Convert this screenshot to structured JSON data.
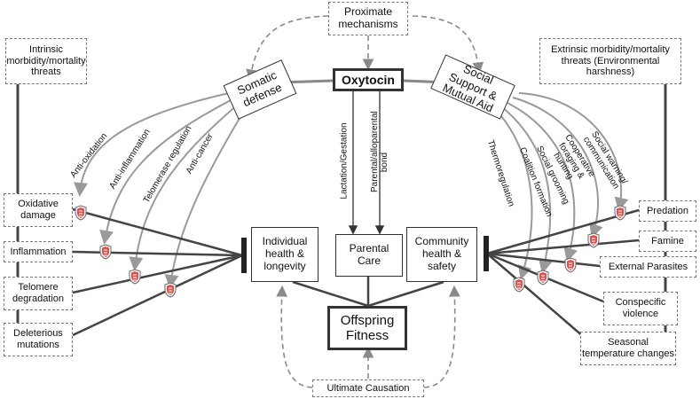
{
  "top": {
    "proximate": "Proximate mechanisms",
    "oxytocin": "Oxytocin",
    "somatic": "Somatic defense",
    "social": "Social Support & Mutual Aid"
  },
  "left": {
    "intrinsic": "Intrinsic morbidity/mortality threats",
    "threats": [
      "Oxidative damage",
      "Inflammation",
      "Telomere degradation",
      "Deleterious mutations"
    ],
    "arrows": [
      "Anti-oxidation",
      "Anti-inflammation",
      "Telomerase regulation",
      "Anti-cancer"
    ]
  },
  "right": {
    "extrinsic": "Extrinsic morbidity/mortality threats (Environmental harshness)",
    "threats": [
      "Predation",
      "Famine",
      "External Parasites",
      "Conspecific violence",
      "Seasonal temperature changes"
    ],
    "arrows": [
      "Thermoregulation",
      "Coalition formation",
      "Social grooming",
      "Cooperative foraging & hunting",
      "Social warning/ communication"
    ]
  },
  "center": {
    "lactation": "Lactation/Gestation",
    "parental_bond": "Parental/alloparental bond",
    "individual": "Individual health & longevity",
    "parental_care": "Parental Care",
    "community": "Community health & safety",
    "offspring": "Offspring Fitness",
    "ultimate": "Ultimate Causation"
  },
  "colors": {
    "dark_line": "#333333",
    "gray_line": "#9a9a9a",
    "dashed_line": "#8a8a8a",
    "shield": "#d9534f"
  }
}
